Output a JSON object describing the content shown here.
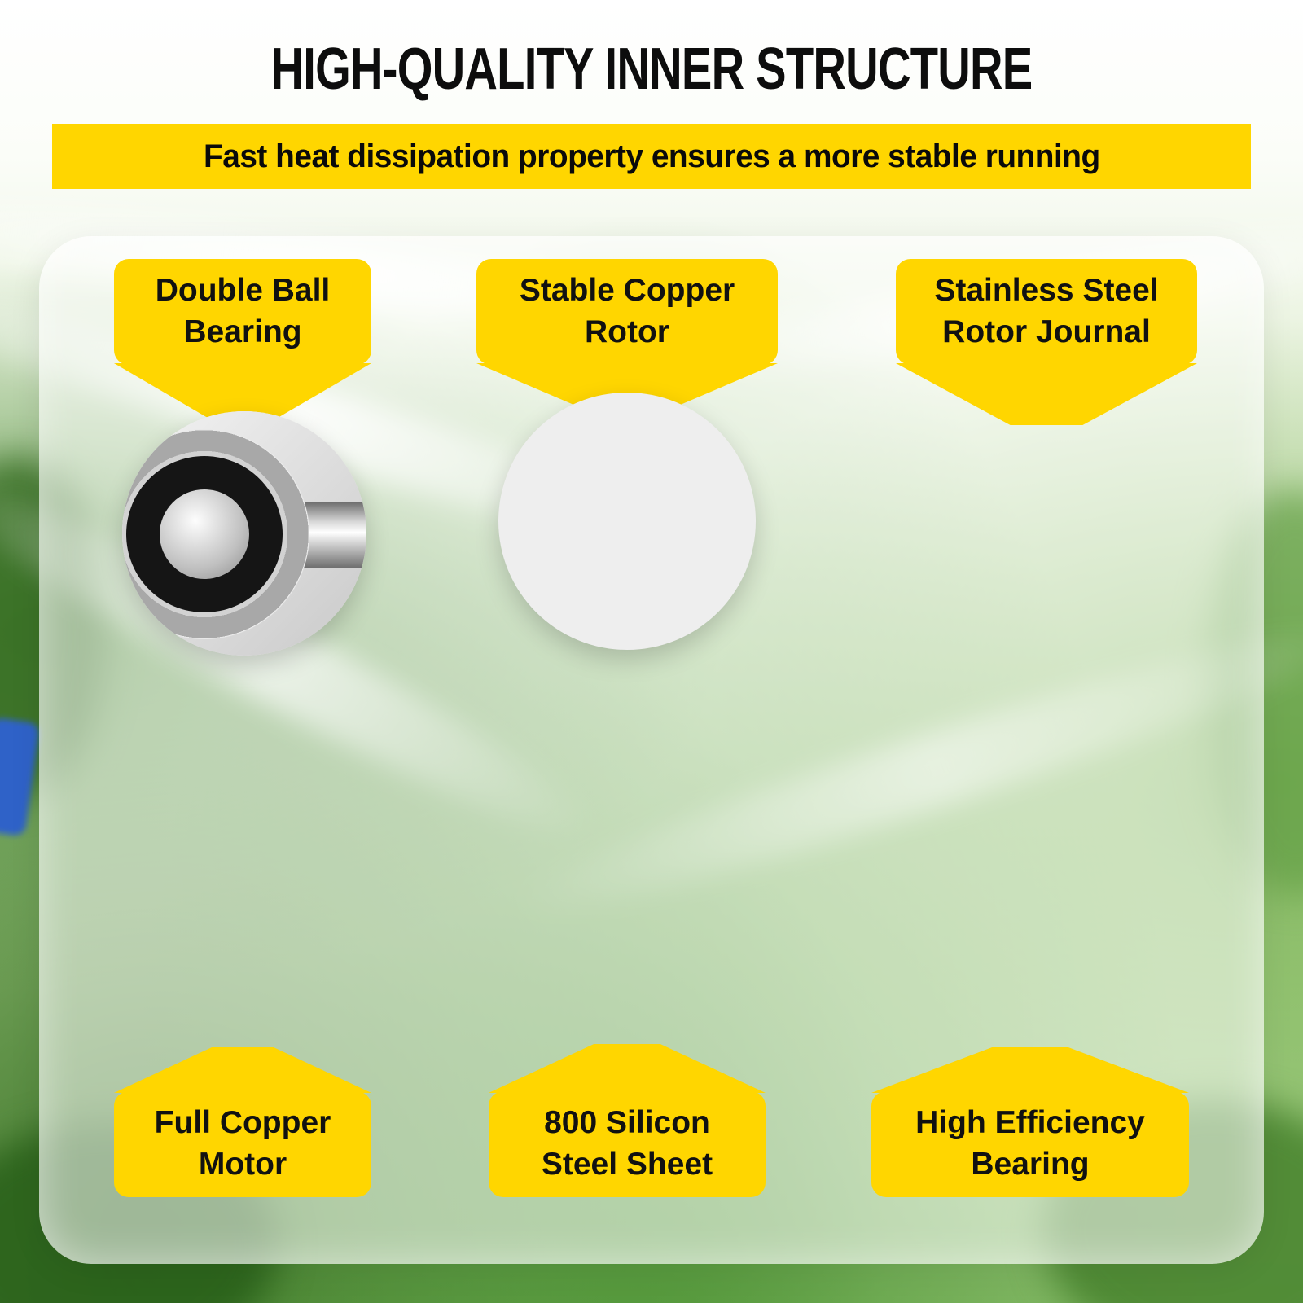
{
  "page": {
    "title": "HIGH-QUALITY INNER STRUCTURE",
    "subtitle": "Fast heat dissipation property ensures a more stable running"
  },
  "colors": {
    "accent_yellow": "#FFD600",
    "text_black": "#0D0D0D",
    "copper": "#C97A52",
    "steel_gray": "#C9C9C9",
    "background_green": "#8DBF6E"
  },
  "diagram": {
    "callouts_top": [
      {
        "label": "Double Ball\nBearing",
        "image": "ball-bearing-closeup"
      },
      {
        "label": "Stable Copper\nRotor",
        "image": "copper-rotor-closeup"
      },
      {
        "label": "Stainless Steel\nRotor Journal",
        "image": "splined-journal-closeup"
      }
    ],
    "callouts_bottom": [
      {
        "label": "Full Copper\nMotor",
        "image": "copper-winding-closeup"
      },
      {
        "label": "800 Silicon\nSteel Sheet",
        "image": "silicon-steel-sheet-closeup"
      },
      {
        "label": "High Efficiency\nBearing",
        "image": "bearing-set-closeup"
      }
    ]
  }
}
